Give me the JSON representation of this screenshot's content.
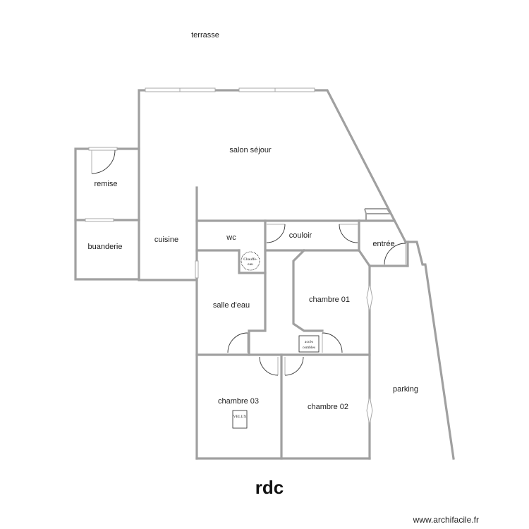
{
  "plan": {
    "title": "rdc",
    "credit": "www.archifacile.fr",
    "rooms": {
      "terrasse": "terrasse",
      "salon": "salon séjour",
      "remise": "remise",
      "buanderie": "buanderie",
      "cuisine": "cuisine",
      "wc": "wc",
      "couloir": "couloir",
      "entree": "entrée",
      "salle_eau": "salle d'eau",
      "chambre01": "chambre 01",
      "chambre02": "chambre 02",
      "chambre03": "chambre 03",
      "parking": "parking"
    },
    "fixtures": {
      "chauffe_eau_line1": "Chauffe-",
      "chauffe_eau_line2": "eau",
      "acces_combles_line1": "accès",
      "acces_combles_line2": "combles",
      "velux": "VELUX"
    }
  }
}
